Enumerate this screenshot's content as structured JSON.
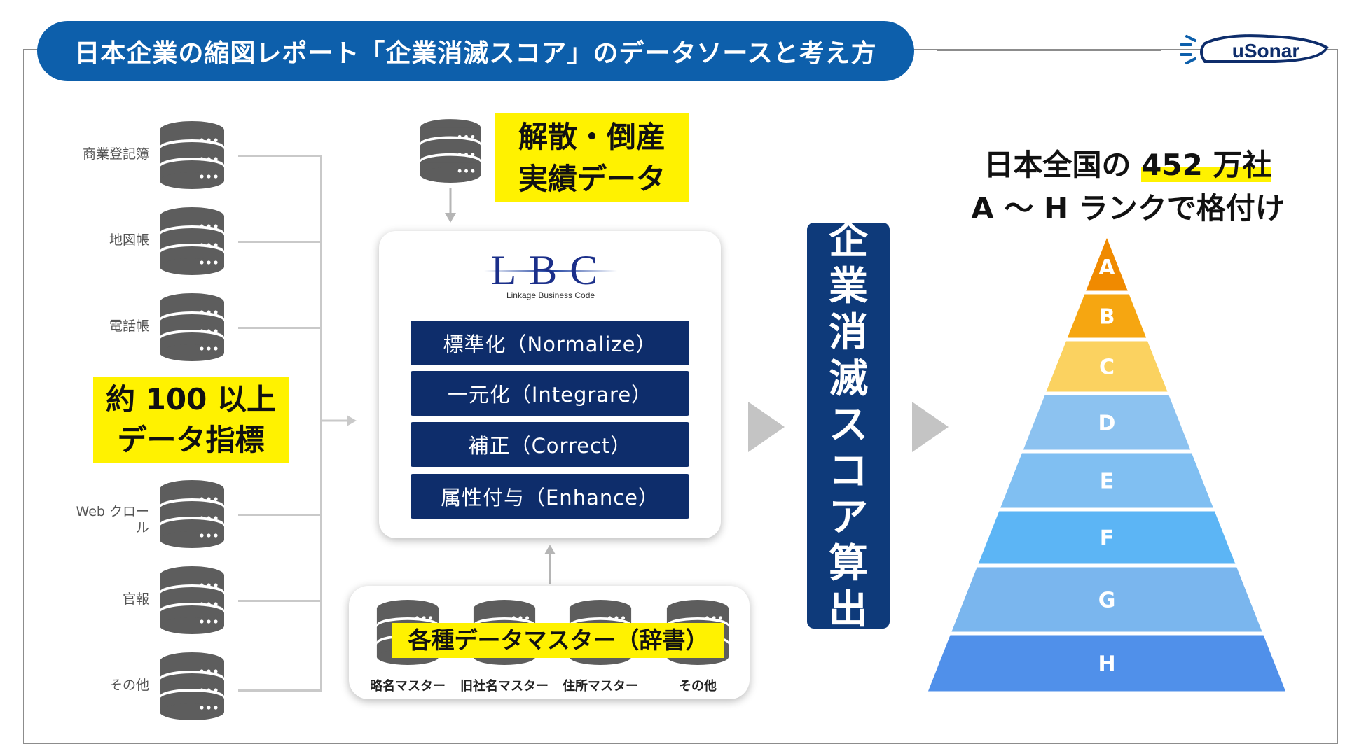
{
  "header": {
    "title": "日本企業の縮図レポート「企業消滅スコア」のデータソースと考え方",
    "logo_text": "uSonar"
  },
  "sources": [
    {
      "label": "商業登記簿"
    },
    {
      "label": "地図帳"
    },
    {
      "label": "電話帳"
    },
    {
      "label": "Web クロール"
    },
    {
      "label": "官報"
    },
    {
      "label": "その他"
    }
  ],
  "metric": {
    "line1": "約 100 以上",
    "line2": "データ指標"
  },
  "bankruptcy": {
    "line1": "解散・倒産",
    "line2": "実績データ"
  },
  "lbc": {
    "logo_text": "LBC",
    "logo_subtitle": "Linkage Business Code",
    "steps": [
      {
        "label": "標準化（Normalize）"
      },
      {
        "label": "一元化（Integrare）"
      },
      {
        "label": "補正（Correct）"
      },
      {
        "label": "属性付与（Enhance）"
      }
    ]
  },
  "masters": {
    "title": "各種データマスター（辞書）",
    "items": [
      {
        "label": "略名マスター"
      },
      {
        "label": "旧社名マスター"
      },
      {
        "label": "住所マスター"
      },
      {
        "label": "その他"
      }
    ]
  },
  "score": {
    "chars": [
      "企",
      "業",
      "消",
      "滅",
      "ス",
      "コ",
      "ア",
      "算",
      "出"
    ]
  },
  "result": {
    "line1_prefix": "日本全国の ",
    "line1_highlight": "452 万社",
    "line2": "A ～ H ランクで格付け"
  },
  "ranks": [
    {
      "label": "A",
      "color": "#f08a00"
    },
    {
      "label": "B",
      "color": "#f6a611"
    },
    {
      "label": "C",
      "color": "#fbd260"
    },
    {
      "label": "D",
      "color": "#8cc2f0"
    },
    {
      "label": "E",
      "color": "#80bff2"
    },
    {
      "label": "F",
      "color": "#5cb5f5"
    },
    {
      "label": "G",
      "color": "#7ab6ee"
    },
    {
      "label": "H",
      "color": "#5090ea"
    }
  ],
  "colors": {
    "primary_blue": "#0d5fab",
    "navy": "#0e2d6b",
    "highlight_yellow": "#fff200",
    "db_gray": "#5d5d5d",
    "connector_gray": "#c9c9c9",
    "arrow_gray": "#c4c4c4"
  }
}
